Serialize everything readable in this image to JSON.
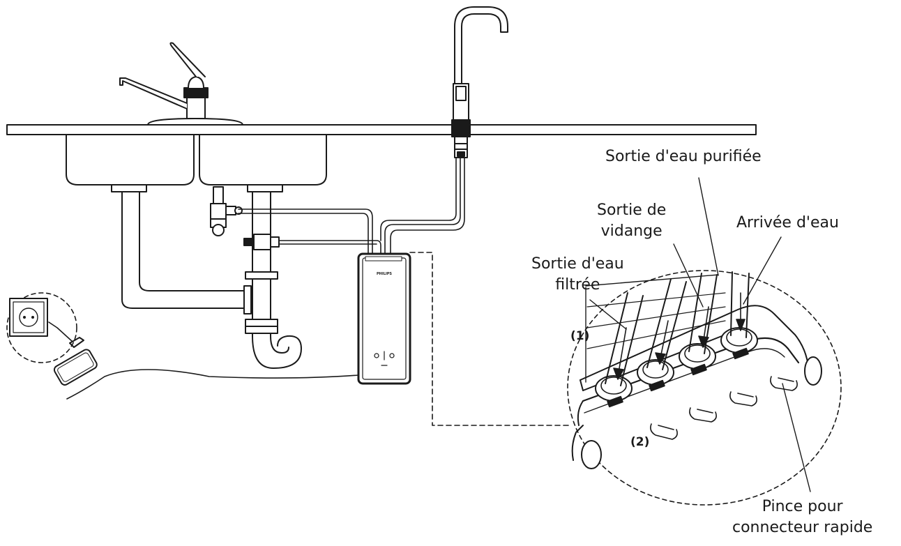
{
  "labels": {
    "purified_outlet": "Sortie d'eau purifiée",
    "drain_outlet_line1": "Sortie de",
    "drain_outlet_line2": "vidange",
    "water_inlet": "Arrivée d'eau",
    "filtered_outlet_line1": "Sortie d'eau",
    "filtered_outlet_line2": "filtrée",
    "clip_line1": "Pince pour",
    "clip_line2": "connecteur rapide"
  },
  "markers": {
    "step1": "(1)",
    "step2": "(2)"
  },
  "unit_brand": "PHILIPS",
  "colors": {
    "line": "#1a1a1a",
    "fill": "#ffffff",
    "shade": "#d9d9d9"
  }
}
